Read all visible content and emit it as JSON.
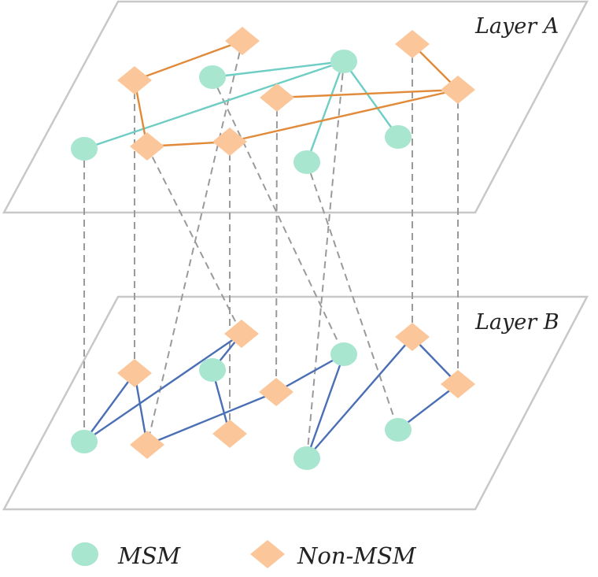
{
  "layers": [
    {
      "id": "A",
      "label": "Layer A"
    },
    {
      "id": "B",
      "label": "Layer B"
    }
  ],
  "legend": {
    "msm_label": "MSM",
    "non_msm_label": "Non-MSM"
  },
  "colors": {
    "msm_node": "#a8e6d0",
    "non_msm_node": "#fbc79a",
    "layer_a_edge_msm": "#6ecdc4",
    "layer_a_edge_non_msm": "#e08a3a",
    "layer_b_edge": "#4a6fb5",
    "interlayer_link": "#9a9a9a",
    "plane_border": "#c8c8c8"
  },
  "node_types": {
    "a1": "non-msm",
    "a2": "non-msm",
    "a3": "non-msm",
    "a4": "non-msm",
    "a5": "non-msm",
    "a6": "non-msm",
    "a7": "non-msm",
    "a8": "msm",
    "a9": "msm",
    "a10": "msm",
    "a11": "msm",
    "a12": "msm",
    "b1": "non-msm",
    "b2": "non-msm",
    "b3": "non-msm",
    "b4": "non-msm",
    "b5": "non-msm",
    "b6": "non-msm",
    "b7": "non-msm",
    "b8": "msm",
    "b9": "msm",
    "b10": "msm",
    "b11": "msm",
    "b12": "msm"
  },
  "layer_a_edges": [
    {
      "from": "a9",
      "to": "a8",
      "type": "msm"
    },
    {
      "from": "a9",
      "to": "a10",
      "type": "msm"
    },
    {
      "from": "a9",
      "to": "a11",
      "type": "msm"
    },
    {
      "from": "a9",
      "to": "a12",
      "type": "msm"
    },
    {
      "from": "a1",
      "to": "a2",
      "type": "non-msm"
    },
    {
      "from": "a1",
      "to": "a3",
      "type": "non-msm"
    },
    {
      "from": "a3",
      "to": "a4",
      "type": "non-msm"
    },
    {
      "from": "a7",
      "to": "a6",
      "type": "non-msm"
    },
    {
      "from": "a6",
      "to": "a4",
      "type": "non-msm"
    },
    {
      "from": "a6",
      "to": "a5",
      "type": "non-msm"
    }
  ],
  "layer_b_edges": [
    {
      "from": "b8",
      "to": "b2"
    },
    {
      "from": "b2",
      "to": "b9"
    },
    {
      "from": "b9",
      "to": "b3"
    },
    {
      "from": "b8",
      "to": "b1"
    },
    {
      "from": "b1",
      "to": "b4"
    },
    {
      "from": "b4",
      "to": "b5"
    },
    {
      "from": "b5",
      "to": "b10"
    },
    {
      "from": "b10",
      "to": "b11"
    },
    {
      "from": "b11",
      "to": "b6"
    },
    {
      "from": "b6",
      "to": "b7"
    },
    {
      "from": "b7",
      "to": "b12"
    }
  ],
  "interlayer_links": [
    [
      "a8",
      "b8"
    ],
    [
      "a1",
      "b1"
    ],
    [
      "a3",
      "b2"
    ],
    [
      "a4",
      "b3"
    ],
    [
      "a2",
      "b4"
    ],
    [
      "a5",
      "b5"
    ],
    [
      "a10",
      "b10"
    ],
    [
      "a9",
      "b11"
    ],
    [
      "a7",
      "b6"
    ],
    [
      "a12",
      "b12"
    ],
    [
      "a6",
      "b7"
    ]
  ]
}
